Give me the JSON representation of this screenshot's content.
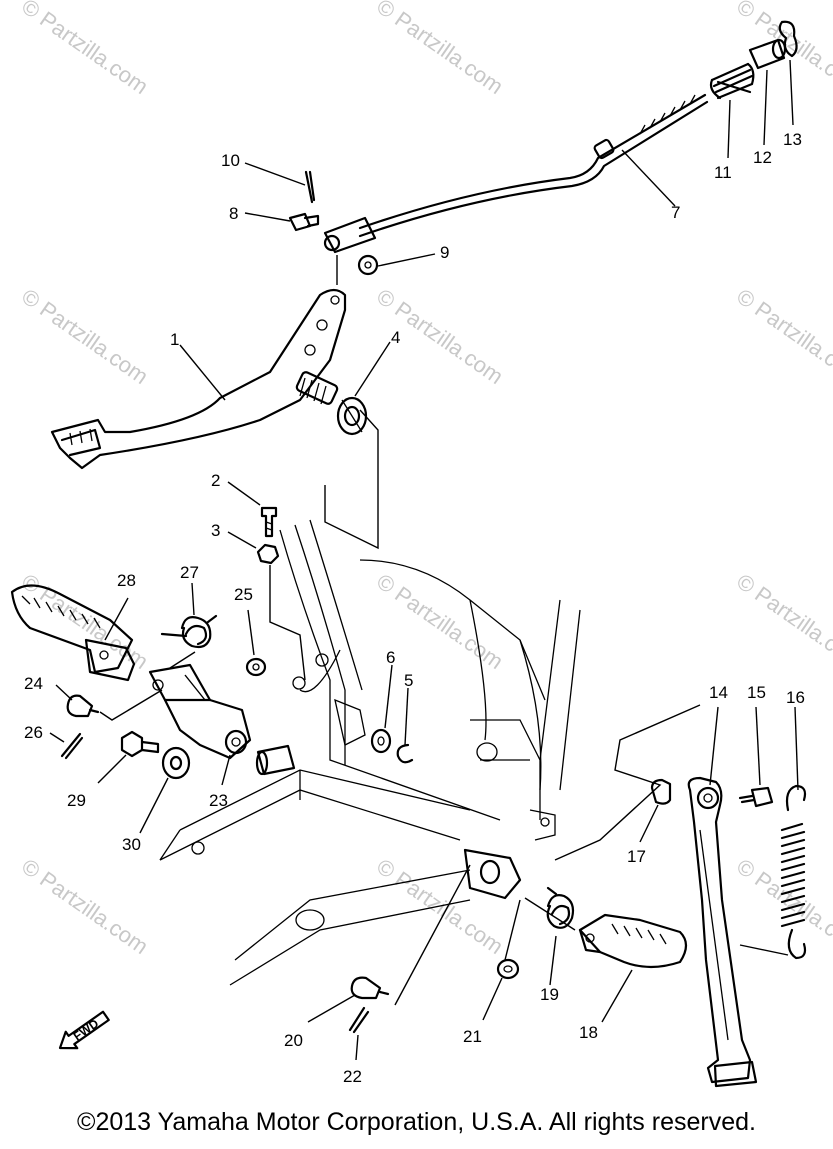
{
  "watermarks": [
    {
      "text": "© Partzilla.com"
    },
    {
      "text": "© Partzilla.com"
    },
    {
      "text": "© Partzilla.com"
    },
    {
      "text": "© Partzilla.com"
    },
    {
      "text": "© Partzilla.com"
    },
    {
      "text": "© Partzilla.com"
    },
    {
      "text": "© Partzilla.com"
    },
    {
      "text": "© Partzilla.com"
    },
    {
      "text": "© Partzilla.com"
    },
    {
      "text": "© Partzilla.com"
    },
    {
      "text": "© Partzilla.com"
    },
    {
      "text": "© Partzilla.com"
    }
  ],
  "callouts": [
    {
      "number": "1"
    },
    {
      "number": "2"
    },
    {
      "number": "3"
    },
    {
      "number": "4"
    },
    {
      "number": "5"
    },
    {
      "number": "6"
    },
    {
      "number": "7"
    },
    {
      "number": "8"
    },
    {
      "number": "9"
    },
    {
      "number": "10"
    },
    {
      "number": "11"
    },
    {
      "number": "12"
    },
    {
      "number": "13"
    },
    {
      "number": "14"
    },
    {
      "number": "15"
    },
    {
      "number": "16"
    },
    {
      "number": "17"
    },
    {
      "number": "18"
    },
    {
      "number": "19"
    },
    {
      "number": "20"
    },
    {
      "number": "21"
    },
    {
      "number": "22"
    },
    {
      "number": "23"
    },
    {
      "number": "24"
    },
    {
      "number": "25"
    },
    {
      "number": "26"
    },
    {
      "number": "27"
    },
    {
      "number": "28"
    },
    {
      "number": "29"
    },
    {
      "number": "30"
    }
  ],
  "direction_marker": {
    "label": "FWD",
    "icon": "fwd-arrow-icon"
  },
  "copyright": "©2013  Yamaha Motor Corporation, U.S.A. All rights reserved."
}
